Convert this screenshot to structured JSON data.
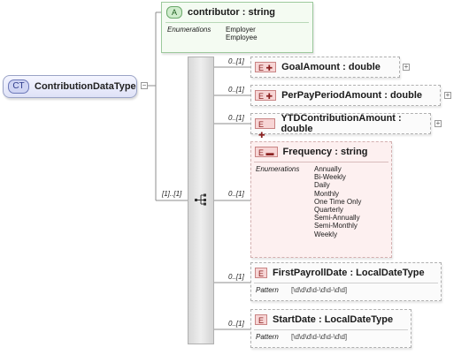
{
  "complex_type": {
    "badge": "CT",
    "name": "ContributionDataType"
  },
  "attribute": {
    "badge": "A",
    "name": "contributor",
    "type": "string",
    "enumerations_label": "Enumerations",
    "enumerations": [
      "Employer",
      "Employee"
    ]
  },
  "sequence": {
    "occurrence": "[1]..[1]"
  },
  "elements": [
    {
      "badge": "E",
      "occurrence": "0..[1]",
      "name": "GoalAmount",
      "type": "double",
      "expandable": true
    },
    {
      "badge": "E",
      "occurrence": "0..[1]",
      "name": "PerPayPeriodAmount",
      "type": "double",
      "expandable": true
    },
    {
      "badge": "E",
      "occurrence": "0..[1]",
      "name": "YTDContributionAmount",
      "type": "double",
      "expandable": true
    },
    {
      "badge": "E",
      "occurrence": "0..[1]",
      "name": "Frequency",
      "type": "string",
      "expandable": false,
      "enumerations_label": "Enumerations",
      "enumerations": [
        "Annually",
        "Bi-Weekly",
        "Daily",
        "Monthly",
        "One Time Only",
        "Quarterly",
        "Semi-Annually",
        "Semi-Monthly",
        "Weekly"
      ]
    },
    {
      "badge": "E",
      "occurrence": "0..[1]",
      "name": "FirstPayrollDate",
      "type": "LocalDateType",
      "expandable": false,
      "pattern_label": "Pattern",
      "pattern": "[\\d\\d\\d\\d-\\d\\d-\\d\\d]"
    },
    {
      "badge": "E",
      "occurrence": "0..[1]",
      "name": "StartDate",
      "type": "LocalDateType",
      "expandable": false,
      "pattern_label": "Pattern",
      "pattern": "[\\d\\d\\d\\d-\\d\\d-\\d\\d]"
    }
  ],
  "icons": {
    "collapse": "minus-icon",
    "expand": "plus-icon",
    "sequence": "sequence-icon"
  },
  "colors": {
    "complex_type": "#dfe2f7",
    "attribute": "#f4fbf2",
    "element_badge": "#f7d5d5",
    "frequency_bg": "#fdf0f0"
  }
}
